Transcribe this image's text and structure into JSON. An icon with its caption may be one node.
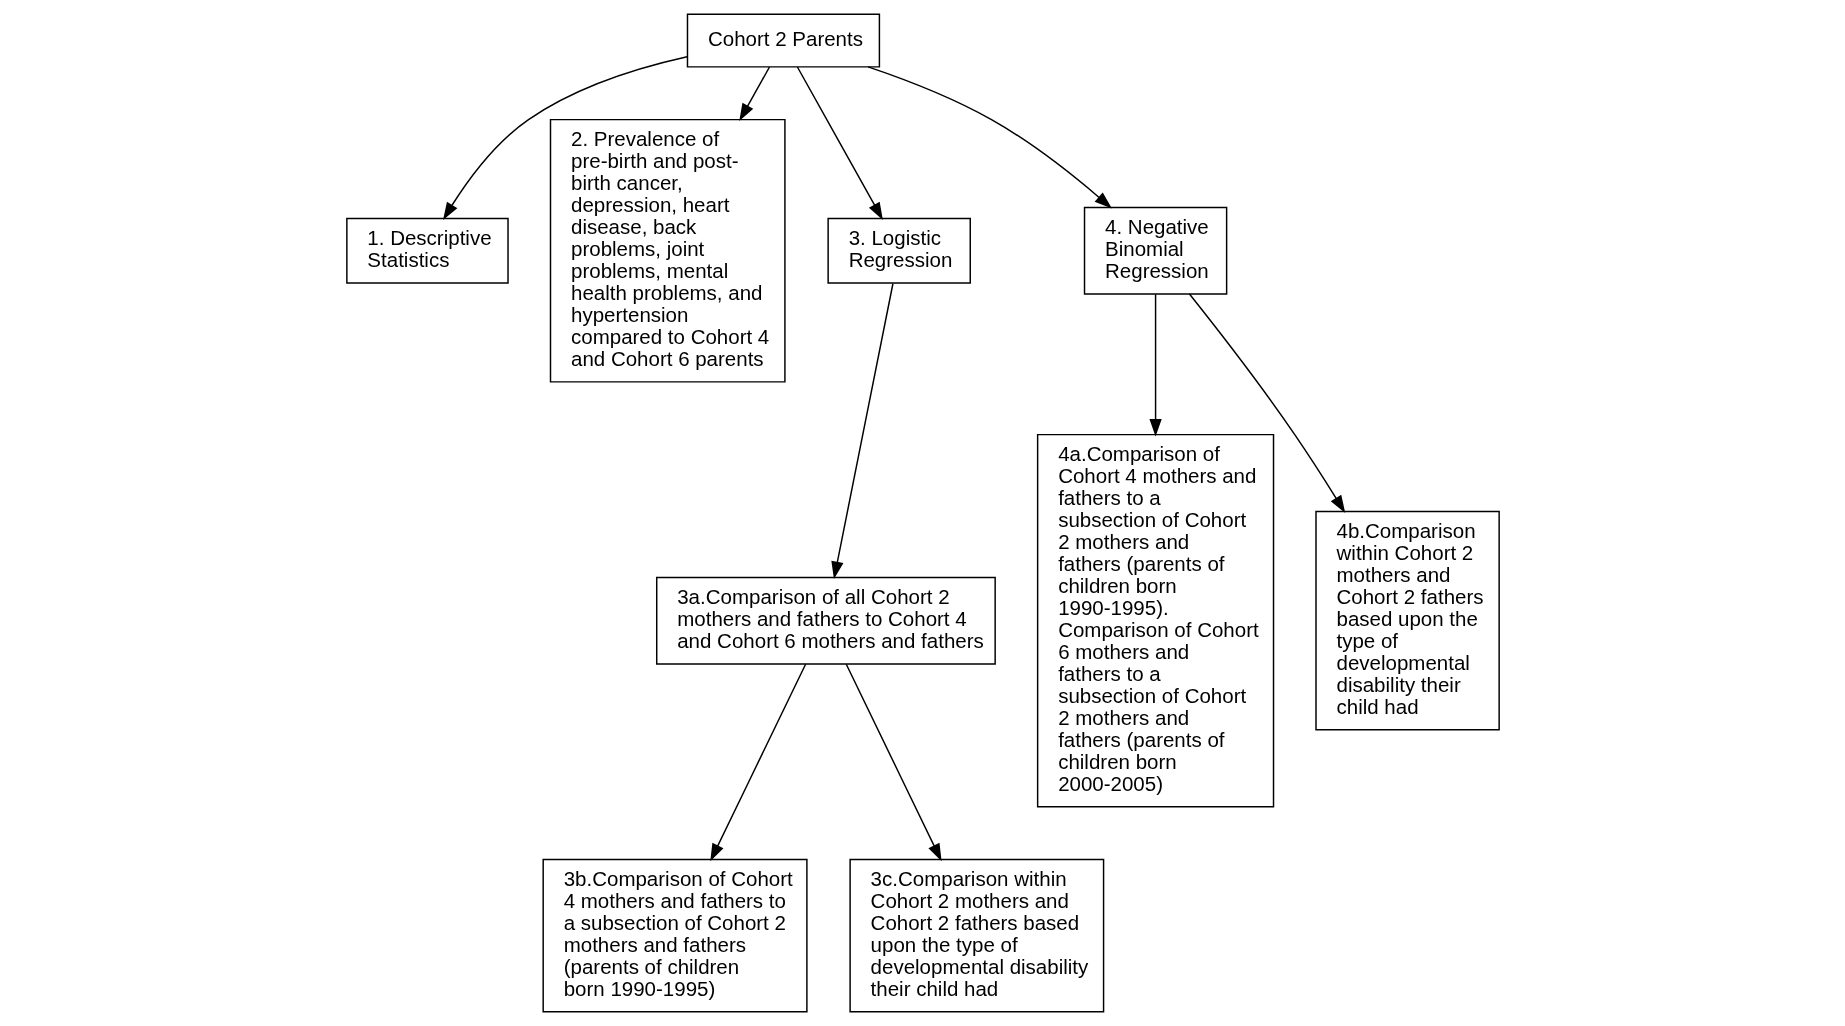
{
  "diagram": {
    "nodes": [
      {
        "text": [
          "Cohort 2 Parents"
        ]
      },
      {
        "text": [
          "1. Descriptive Statistics"
        ]
      },
      {
        "text": [
          "2. Prevalence of pre-birth and post-birth cancer, depression, heart disease, back problems, joint problems, mental health problems, and hypertension compared to Cohort 4 and Cohort 6 parents"
        ]
      },
      {
        "text": [
          "3. Logistic Regression"
        ]
      },
      {
        "text": [
          "4. Negative Binomial Regression"
        ]
      },
      {
        "text": [
          "3a.Comparison of all Cohort 2 mothers and fathers to Cohort 4 and Cohort 6 mothers and fathers"
        ]
      },
      {
        "text": [
          "3b.Comparison of Cohort 4 mothers and fathers to a subsection of Cohort 2 mothers and fathers (parents of children born 1990-1995)"
        ]
      },
      {
        "text": [
          "3c.Comparison within Cohort 2 mothers and Cohort 2 fathers based upon the type of developmental disability their child had"
        ]
      },
      {
        "text": [
          "4a.Comparison of Cohort 4 mothers and fathers to a subsection of Cohort 2 mothers and fathers (parents of children born 1990-1995). Comparison of Cohort 6 mothers and fathers to a subsection of Cohort 2 mothers and fathers (parents of children born 2000-2005)"
        ]
      },
      {
        "text": [
          "4b.Comparison within Cohort 2 mothers and Cohort 2 fathers based upon the type of developmental disability their child had"
        ]
      }
    ],
    "edges": [
      {
        "from": 0,
        "to": 1,
        "arrow": "to"
      },
      {
        "from": 0,
        "to": 2,
        "arrow": "to"
      },
      {
        "from": 0,
        "to": 3,
        "arrow": "to"
      },
      {
        "from": 0,
        "to": 4,
        "arrow": "to"
      },
      {
        "from": 3,
        "to": 5,
        "arrow": "to"
      },
      {
        "from": 5,
        "to": 6,
        "arrow": "to"
      },
      {
        "from": 5,
        "to": 7,
        "arrow": "to"
      },
      {
        "from": 4,
        "to": 8,
        "arrow": "to"
      },
      {
        "from": 4,
        "to": 9,
        "arrow": "to"
      }
    ]
  }
}
